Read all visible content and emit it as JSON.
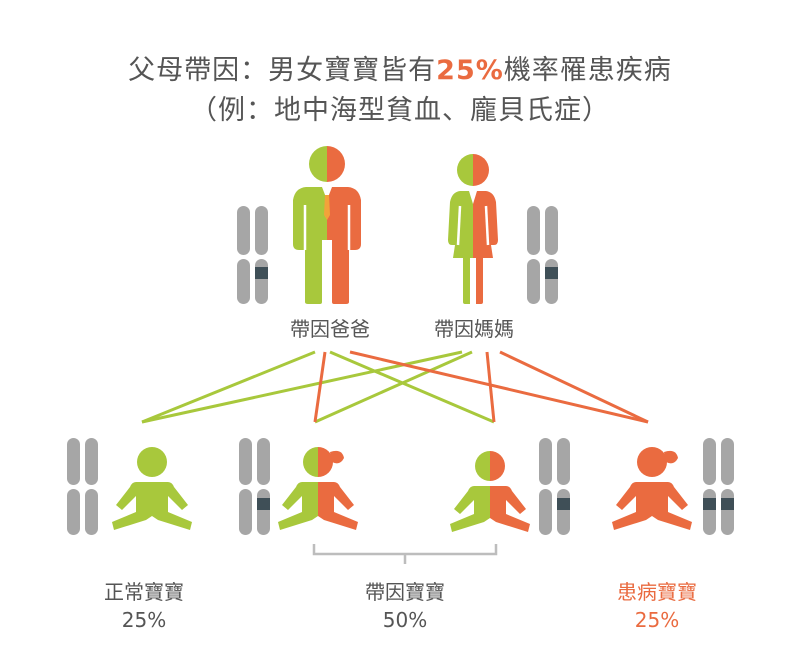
{
  "title": {
    "line1_prefix": "父母帶因：男女寶寶皆有",
    "line1_highlight": "25%",
    "line1_suffix": "機率罹患疾病",
    "line2": "（例：地中海型貧血、龐貝氏症）"
  },
  "parents": {
    "father_label": "帶因爸爸",
    "mother_label": "帶因媽媽"
  },
  "children": {
    "normal_label": "正常寶寶",
    "normal_pct": "25%",
    "carrier_label": "帶因寶寶",
    "carrier_pct": "50%",
    "affected_label": "患病寶寶",
    "affected_pct": "25%"
  },
  "colors": {
    "green": "#a8c83c",
    "orange": "#ea6b40",
    "chromosome_gray": "#a6a6a6",
    "gene_mark": "#3f4f57",
    "text": "#555555"
  }
}
